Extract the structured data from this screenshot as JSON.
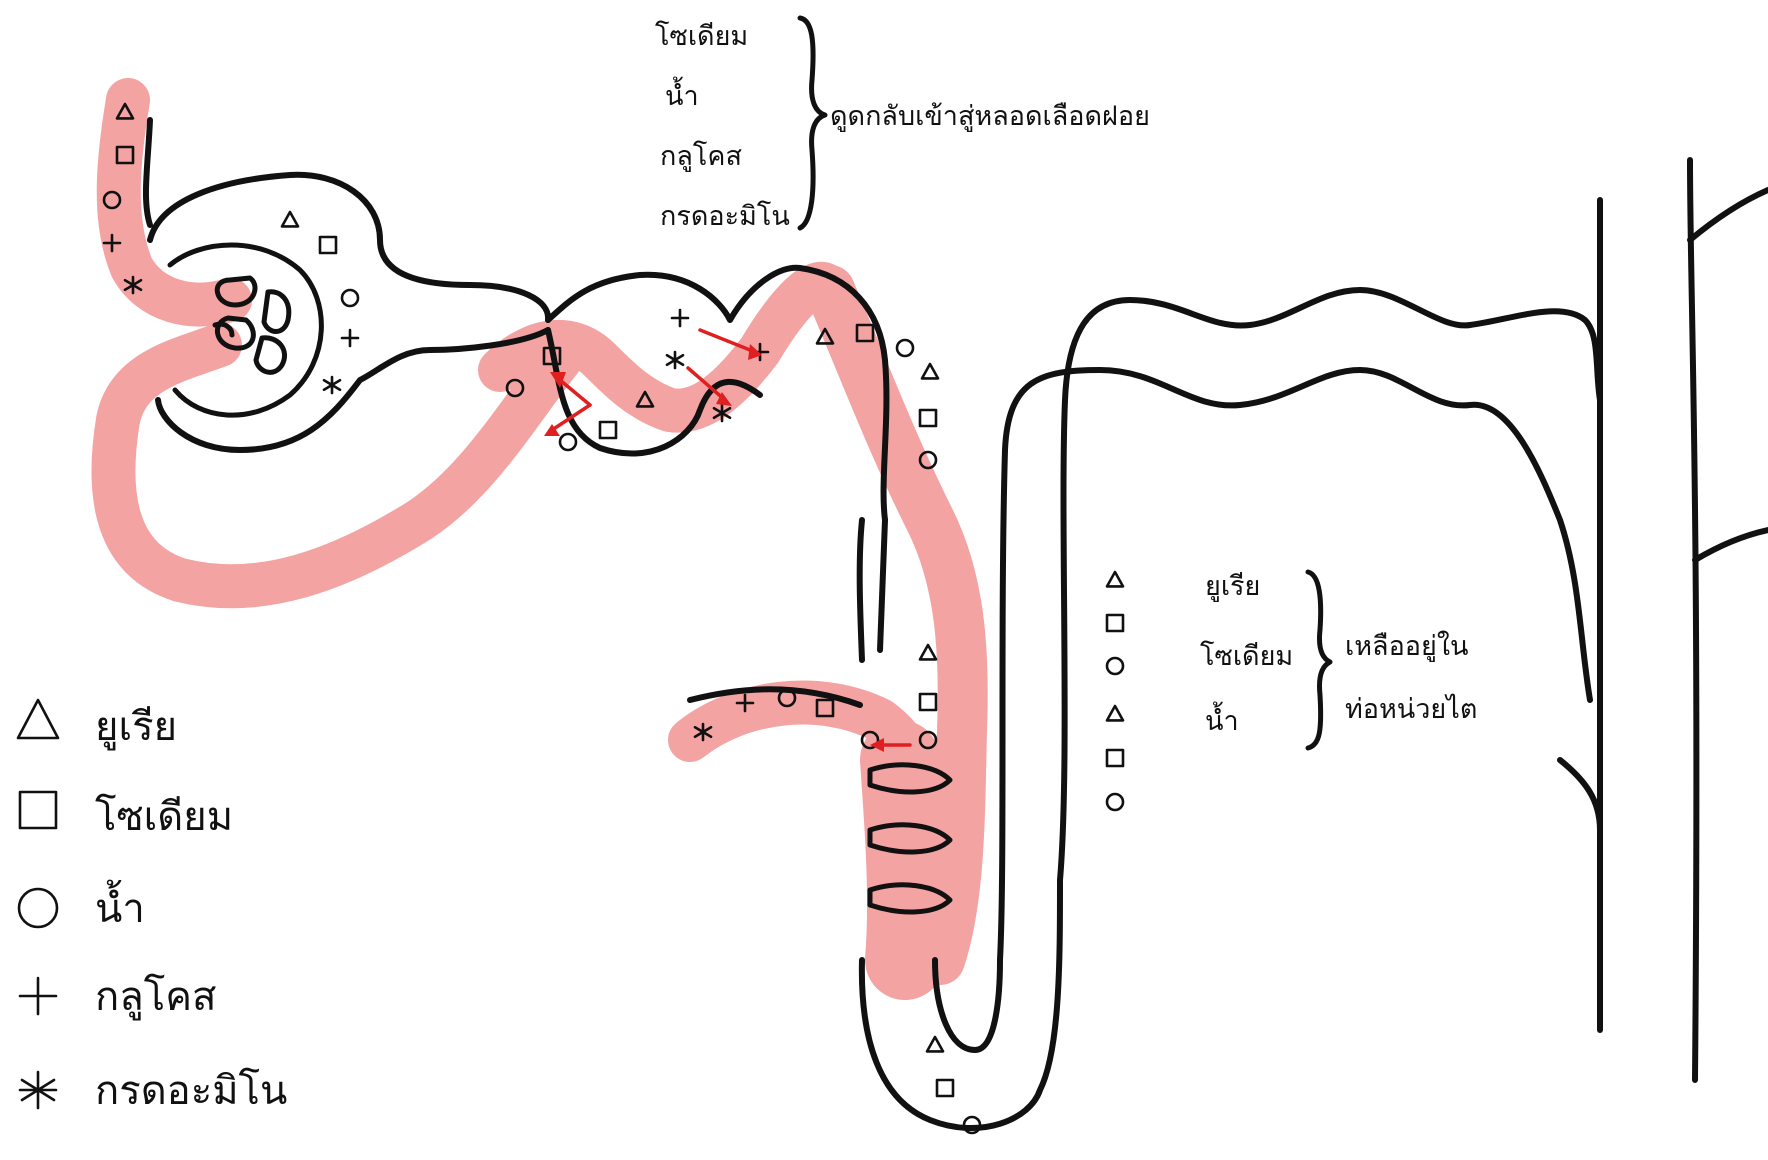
{
  "legend": {
    "items": [
      {
        "symbol": "triangle",
        "label": "ยูเรีย"
      },
      {
        "symbol": "square",
        "label": "โซเดียม"
      },
      {
        "symbol": "circle",
        "label": "น้ำ"
      },
      {
        "symbol": "plus",
        "label": "กลูโคส"
      },
      {
        "symbol": "asterisk",
        "label": "กรดอะมิโน"
      }
    ]
  },
  "annotations": {
    "reabsorbed": {
      "items": [
        "โซเดียม",
        "น้ำ",
        "กลูโคส",
        "กรดอะมิโน"
      ],
      "label": "ดูดกลับเข้าสู่หลอดเลือดฝอย"
    },
    "remaining": {
      "items": [
        "ยูเรีย",
        "โซเดียม",
        "น้ำ"
      ],
      "label_line1": "เหลืออยู่ใน",
      "label_line2": "ท่อหน่วยไต"
    }
  },
  "colors": {
    "capillary": "#f4a3a3",
    "outline": "#111111",
    "arrow": "#e02020"
  }
}
